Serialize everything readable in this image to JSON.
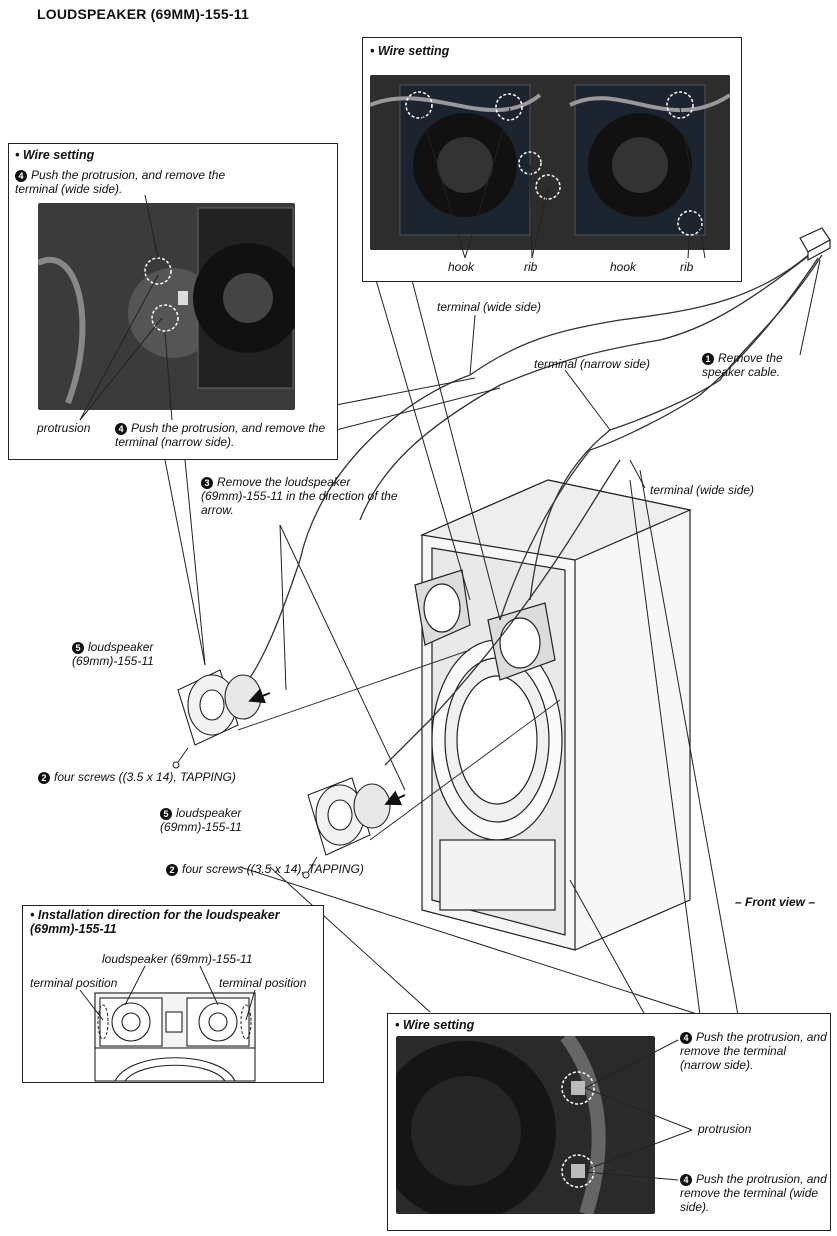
{
  "title": "LOUDSPEAKER (69MM)-155-11",
  "wire_setting_top": {
    "header": "• Wire setting",
    "labels": {
      "hook_1": "hook",
      "rib_1": "rib",
      "hook_2": "hook",
      "rib_2": "rib"
    }
  },
  "wire_setting_left": {
    "header": "• Wire setting",
    "step4_wide": "Push the protrusion, and remove the terminal (wide side).",
    "protrusion": "protrusion",
    "step4_narrow": "Push the protrusion, and remove the terminal (narrow side)."
  },
  "callouts": {
    "terminal_wide_top": "terminal (wide side)",
    "terminal_narrow": "terminal (narrow side)",
    "remove_cable": "Remove the speaker cable.",
    "terminal_wide_right": "terminal (wide side)",
    "remove_loudspeaker": "Remove the loudspeaker (69mm)-155-11 in the direction of the arrow.",
    "loudspeaker_1": "loudspeaker (69mm)-155-11",
    "screws_1": "four screws ((3.5 x 14), TAPPING)",
    "loudspeaker_2": "loudspeaker (69mm)-155-11",
    "screws_2": "four screws ((3.5 x 14), TAPPING)",
    "front_view": "– Front view –"
  },
  "steps": {
    "s1": "1",
    "s2": "2",
    "s3": "3",
    "s4": "4",
    "s5": "5"
  },
  "installation": {
    "header": "• Installation direction for the loudspeaker (69mm)-155-11",
    "loudspeaker_label": "loudspeaker (69mm)-155-11",
    "terminal_position_left": "terminal position",
    "terminal_position_right": "terminal position"
  },
  "wire_setting_bottom": {
    "header": "• Wire setting",
    "step4_narrow": "Push the protrusion, and remove the terminal (narrow side).",
    "protrusion": "protrusion",
    "step4_wide": "Push the protrusion, and remove the terminal (wide side)."
  }
}
